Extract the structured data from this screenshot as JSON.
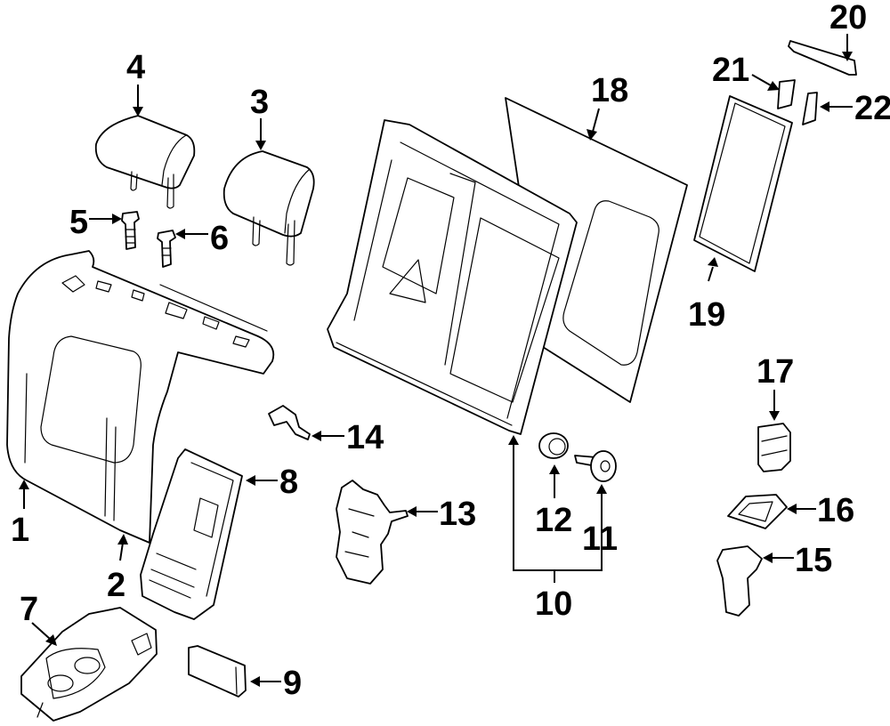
{
  "diagram": {
    "title": "Rear seat back components - exploded parts diagram",
    "colors": {
      "line": "#000000",
      "background": "#ffffff"
    },
    "callouts": [
      {
        "id": "1",
        "label": "1",
        "part": "seat-back-cover-left"
      },
      {
        "id": "2",
        "label": "2",
        "part": "seat-back-pad"
      },
      {
        "id": "3",
        "label": "3",
        "part": "headrest-right"
      },
      {
        "id": "4",
        "label": "4",
        "part": "headrest-left"
      },
      {
        "id": "5",
        "label": "5",
        "part": "headrest-guide-locking"
      },
      {
        "id": "6",
        "label": "6",
        "part": "headrest-guide-free"
      },
      {
        "id": "7",
        "label": "7",
        "part": "armrest-with-cupholders"
      },
      {
        "id": "8",
        "label": "8",
        "part": "armrest-housing"
      },
      {
        "id": "9",
        "label": "9",
        "part": "armrest-end-trim"
      },
      {
        "id": "10",
        "label": "10",
        "part": "pivot-hardware-group"
      },
      {
        "id": "11",
        "label": "11",
        "part": "pivot-bolt"
      },
      {
        "id": "12",
        "label": "12",
        "part": "pivot-bushing"
      },
      {
        "id": "13",
        "label": "13",
        "part": "latch-bracket"
      },
      {
        "id": "14",
        "label": "14",
        "part": "latch-cover"
      },
      {
        "id": "15",
        "label": "15",
        "part": "release-handle"
      },
      {
        "id": "16",
        "label": "16",
        "part": "release-bezel"
      },
      {
        "id": "17",
        "label": "17",
        "part": "release-button"
      },
      {
        "id": "18",
        "label": "18",
        "part": "seat-back-panel"
      },
      {
        "id": "19",
        "label": "19",
        "part": "pass-through-frame"
      },
      {
        "id": "20",
        "label": "20",
        "part": "pass-through-trim-strip"
      },
      {
        "id": "21",
        "label": "21",
        "part": "pass-through-clip"
      },
      {
        "id": "22",
        "label": "22",
        "part": "pass-through-latch"
      }
    ]
  }
}
